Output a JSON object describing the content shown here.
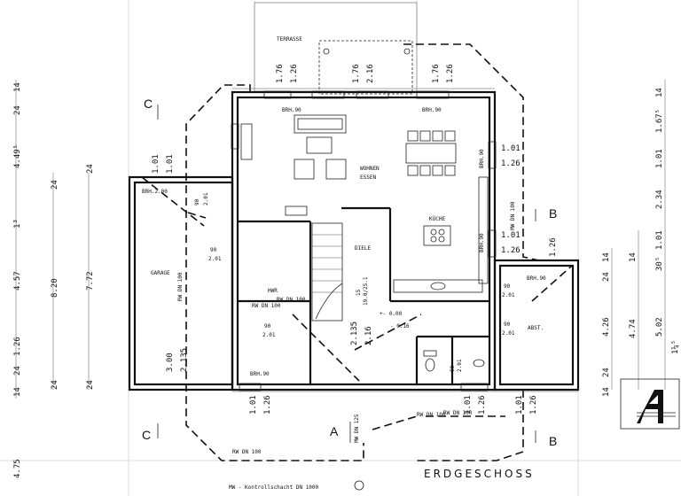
{
  "title": "ERDGESCHOSS",
  "rooms": {
    "terrasse": "TERRASSE",
    "wohnen": "WOHNEN",
    "essen": "ESSEN",
    "kueche": "KÜCHE",
    "diele": "DIELE",
    "garage": "GARAGE",
    "hwr": "HWR",
    "abst": "ABST."
  },
  "section_marks": {
    "a": "A",
    "b": "B",
    "c": "C"
  },
  "top_dims": [
    "1.76",
    "1.26",
    "1.76",
    "2.16",
    "1.76",
    "1.26"
  ],
  "top_labels": [
    "BRH.90",
    "BRH.90"
  ],
  "right_window_dims": [
    "1.01",
    "1.26",
    "1.01",
    "1.26"
  ],
  "right_window_labels": [
    "BRH.90",
    "BRH.90"
  ],
  "right_chain_1": [
    "14",
    "24",
    "4.26",
    "24",
    "14"
  ],
  "right_chain_2": [
    "1.67⁵",
    "1.01",
    "2.34",
    "1.01",
    "14",
    "4.74"
  ],
  "right_chain_3": [
    "14",
    "30⁵",
    "1.26",
    "5.02",
    "1¼⁵"
  ],
  "left_chain_1": [
    "14",
    "24",
    "4.49⁵",
    "1³",
    "4.57",
    "1.26",
    "24",
    "14",
    "4.75"
  ],
  "left_chain_2": [
    "24",
    "8.20",
    "24"
  ],
  "left_chain_3": [
    "24",
    "7.72",
    "24"
  ],
  "garage_dims": [
    "1.01",
    "1.01",
    "BRH.2.00",
    "3.00",
    "2.135",
    "90",
    "2.01"
  ],
  "inner_dims": [
    "90",
    "2.01",
    "90",
    "2.01",
    "90",
    "2.01",
    "90",
    "2.01",
    "90",
    "2.01",
    "BRH.90",
    "BRH.90"
  ],
  "stair": {
    "dims": "19.0/25.1",
    "steps": "15",
    "h1": "2.135",
    "h2": "2.16",
    "level0": "+- 0.00",
    "level1": "- 0.16"
  },
  "bottom_dims": [
    "1.01",
    "1.26",
    "1.01",
    "1.26",
    "1.01",
    "1.26"
  ],
  "notes": {
    "rw_dn100_a": "RW DN 100",
    "rw_dn100_b": "RW DN 100",
    "rw_dn100_c": "RW DN 100",
    "rw_dn100_d": "RW DN 100",
    "rw_dn100_e": "RW DN 100",
    "mw_dn125": "MW DN 125",
    "mw_kontroll": "MW - Kontrollschacht DN 1000",
    "mw_vertical": "MW DN 100",
    "left_vert": "RW DN 100"
  }
}
